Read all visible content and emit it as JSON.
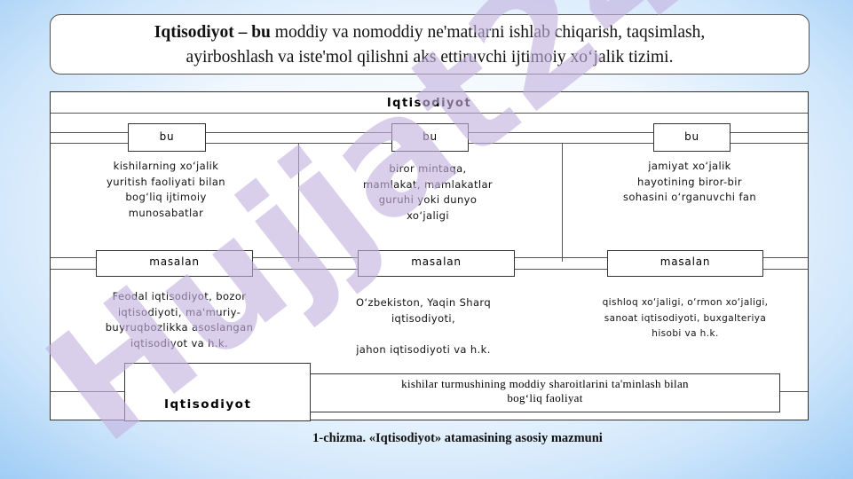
{
  "definition": {
    "term": "Iqtisodiyot – bu",
    "line1": " moddiy va nomoddiy ne'matlarni ishlab chiqarish, taqsimlash,",
    "line2": "ayirboshlash va iste'mol qilishni aks ettiruvchi ijtimoiy xo‘jalik tizimi."
  },
  "diagram": {
    "title": "Iqtisodiyot",
    "columns": [
      {
        "bu": "bu",
        "desc_lines": [
          "kishilarning xo‘jalik",
          "yuritish faoliyati bilan",
          "bog‘liq ijtimoiy",
          "munosabatlar"
        ],
        "masalan": "masalan",
        "example_lines": [
          "Feodal iqtisodiyot, bozor",
          "iqtisodiyoti, ma'muriy-",
          "buyruqbozlikka asoslangan",
          "iqtisodiyot va h.k."
        ]
      },
      {
        "bu": "bu",
        "desc_lines": [
          "biror mintaqa,",
          "mamlakat, mamlakatlar",
          "guruhi yoki dunyo",
          "xo‘jaligi"
        ],
        "masalan": "masalan",
        "example_lines": [
          "O‘zbekiston, Yaqin Sharq",
          "iqtisodiyoti,",
          "",
          "jahon iqtisodiyoti va h.k."
        ]
      },
      {
        "bu": "bu",
        "desc_lines": [
          "jamiyat xo‘jalik",
          "hayotining biror-bir",
          "sohasini o‘rganuvchi fan"
        ],
        "masalan": "masalan",
        "example_lines": [
          "qishloq xo‘jaligi, o‘rmon xo‘jaligi,",
          "sanoat iqtisodiyoti, buxgalteriya",
          "hisobi va h.k."
        ]
      }
    ],
    "bottom_title": "Iqtisodiyot",
    "bottom_desc_lines": [
      "kishilar  turmushining  moddiy  sharoitlarini  ta'minlash  bilan",
      "bog‘liq  faoliyat"
    ]
  },
  "watermark": "Hujjat24",
  "caption": "1-chizma. «Iqtisodiyot» atamasining asosiy mazmuni",
  "colors": {
    "watermark": "#c3b2de",
    "background_edge": "#9fcdf5"
  }
}
